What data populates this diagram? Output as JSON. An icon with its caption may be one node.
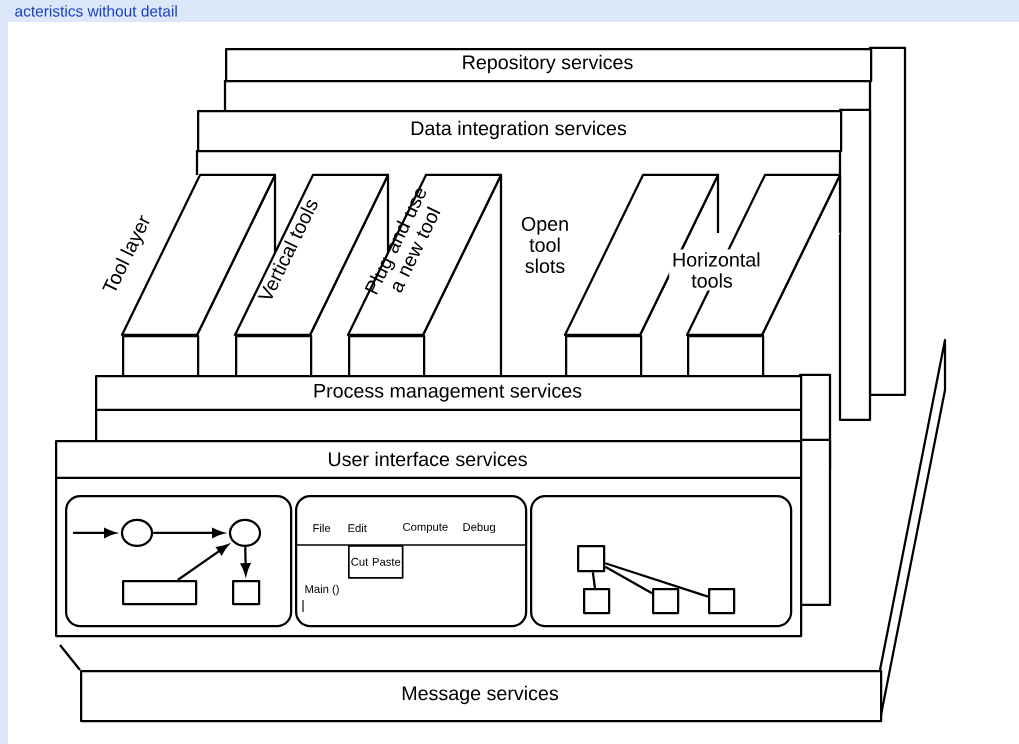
{
  "diagram": {
    "title": "acteristics without detail",
    "nodes": [
      {
        "text": [
          "Repository services"
        ]
      },
      {
        "text": [
          "Data integration services"
        ]
      },
      {
        "text": [
          "Tool layer"
        ]
      },
      {
        "text": [
          "Vertical tools"
        ]
      },
      {
        "text": [
          "Plug and use a new tool"
        ]
      },
      {
        "text": [],
        "shape": "box"
      },
      {
        "text": [],
        "shape": "box"
      },
      {
        "text": [
          "Process management services"
        ]
      },
      {
        "text": [
          "User interface services"
        ]
      },
      {
        "text": [],
        "shape": "box",
        "in": 8
      },
      {
        "text": [],
        "shape": "circle",
        "in": 9
      },
      {
        "text": [],
        "shape": "circle",
        "in": 9
      },
      {
        "text": [],
        "shape": "box",
        "in": 9
      },
      {
        "text": [],
        "shape": "box",
        "in": 9
      },
      {
        "text": [
          "File",
          "Edit",
          "Compute",
          "Debug",
          "Main ()"
        ],
        "in": 8
      },
      {
        "text": [
          "Cut Paste"
        ],
        "in": 14
      },
      {
        "text": [],
        "shape": "box",
        "in": 8
      },
      {
        "text": [],
        "shape": "box",
        "in": 16
      },
      {
        "text": [],
        "shape": "box",
        "in": 16
      },
      {
        "text": [],
        "shape": "box",
        "in": 16
      },
      {
        "text": [],
        "shape": "box",
        "in": 16
      },
      {
        "text": [
          "Message services"
        ]
      }
    ],
    "edges": [
      {
        "from": null,
        "to": 10,
        "arrow": "to"
      },
      {
        "from": 10,
        "to": 11,
        "arrow": "to"
      },
      {
        "from": 12,
        "to": 11,
        "arrow": "to"
      },
      {
        "from": 11,
        "to": 13,
        "arrow": "to"
      },
      {
        "from": 17,
        "to": 18,
        "arrow": "none"
      },
      {
        "from": 17,
        "to": 19,
        "arrow": "none"
      },
      {
        "from": 17,
        "to": 20,
        "arrow": "none"
      }
    ],
    "labels": [
      "Open tool slots",
      "Horizontal tools"
    ]
  }
}
